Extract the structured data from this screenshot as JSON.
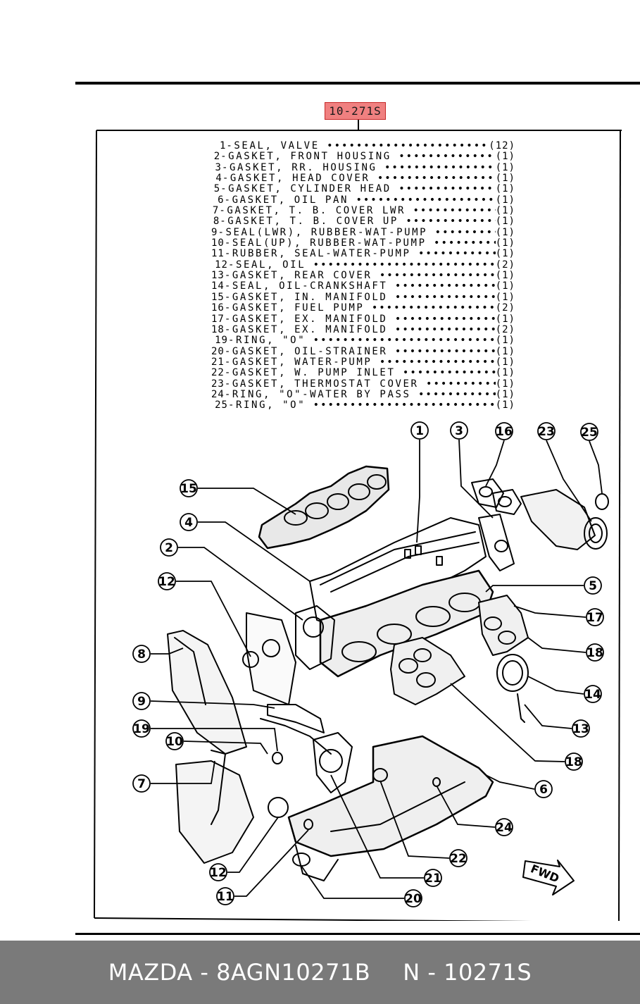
{
  "diagram": {
    "part_number_tag": "10-271S",
    "parts": [
      {
        "num": "1",
        "name": "SEAL, VALVE",
        "qty": "(12)"
      },
      {
        "num": "2",
        "name": "GASKET, FRONT HOUSING",
        "qty": "(1)"
      },
      {
        "num": "3",
        "name": "GASKET, RR. HOUSING",
        "qty": "(1)"
      },
      {
        "num": "4",
        "name": "GASKET, HEAD COVER",
        "qty": "(1)"
      },
      {
        "num": "5",
        "name": "GASKET, CYLINDER HEAD",
        "qty": "(1)"
      },
      {
        "num": "6",
        "name": "GASKET, OIL PAN",
        "qty": "(1)"
      },
      {
        "num": "7",
        "name": "GASKET, T. B. COVER LWR",
        "qty": "(1)"
      },
      {
        "num": "8",
        "name": "GASKET, T. B. COVER UP",
        "qty": "(1)"
      },
      {
        "num": "9",
        "name": "SEAL(LWR), RUBBER-WAT-PUMP",
        "qty": "(1)"
      },
      {
        "num": "10",
        "name": "SEAL(UP), RUBBER-WAT-PUMP",
        "qty": "(1)"
      },
      {
        "num": "11",
        "name": "RUBBER, SEAL-WATER-PUMP",
        "qty": "(1)"
      },
      {
        "num": "12",
        "name": "SEAL, OIL",
        "qty": "(2)"
      },
      {
        "num": "13",
        "name": "GASKET, REAR COVER",
        "qty": "(1)"
      },
      {
        "num": "14",
        "name": "SEAL, OIL-CRANKSHAFT",
        "qty": "(1)"
      },
      {
        "num": "15",
        "name": "GASKET, IN. MANIFOLD",
        "qty": "(1)"
      },
      {
        "num": "16",
        "name": "GASKET, FUEL PUMP",
        "qty": "(2)"
      },
      {
        "num": "17",
        "name": "GASKET, EX. MANIFOLD",
        "qty": "(1)"
      },
      {
        "num": "18",
        "name": "GASKET, EX. MANIFOLD",
        "qty": "(2)"
      },
      {
        "num": "19",
        "name": "RING, \"O\"",
        "qty": "(1)"
      },
      {
        "num": "20",
        "name": "GASKET, OIL-STRAINER",
        "qty": "(1)"
      },
      {
        "num": "21",
        "name": "GASKET, WATER-PUMP",
        "qty": "(1)"
      },
      {
        "num": "22",
        "name": "GASKET, W. PUMP INLET",
        "qty": "(1)"
      },
      {
        "num": "23",
        "name": "GASKET, THERMOSTAT COVER",
        "qty": "(1)"
      },
      {
        "num": "24",
        "name": "RING, \"O\"-WATER BY PASS",
        "qty": "(1)"
      },
      {
        "num": "25",
        "name": "RING, \"O\"",
        "qty": "(1)"
      }
    ],
    "callouts": [
      "1",
      "3",
      "16",
      "23",
      "25",
      "15",
      "4",
      "2",
      "5",
      "12",
      "17",
      "8",
      "18",
      "14",
      "9",
      "13",
      "19",
      "10",
      "18",
      "7",
      "6",
      "24",
      "22",
      "12",
      "21",
      "11",
      "20"
    ],
    "direction_label": "FWD"
  },
  "footer": {
    "brand_part": "MAZDA - 8AGN10271B",
    "alt_part": "N - 10271S"
  }
}
